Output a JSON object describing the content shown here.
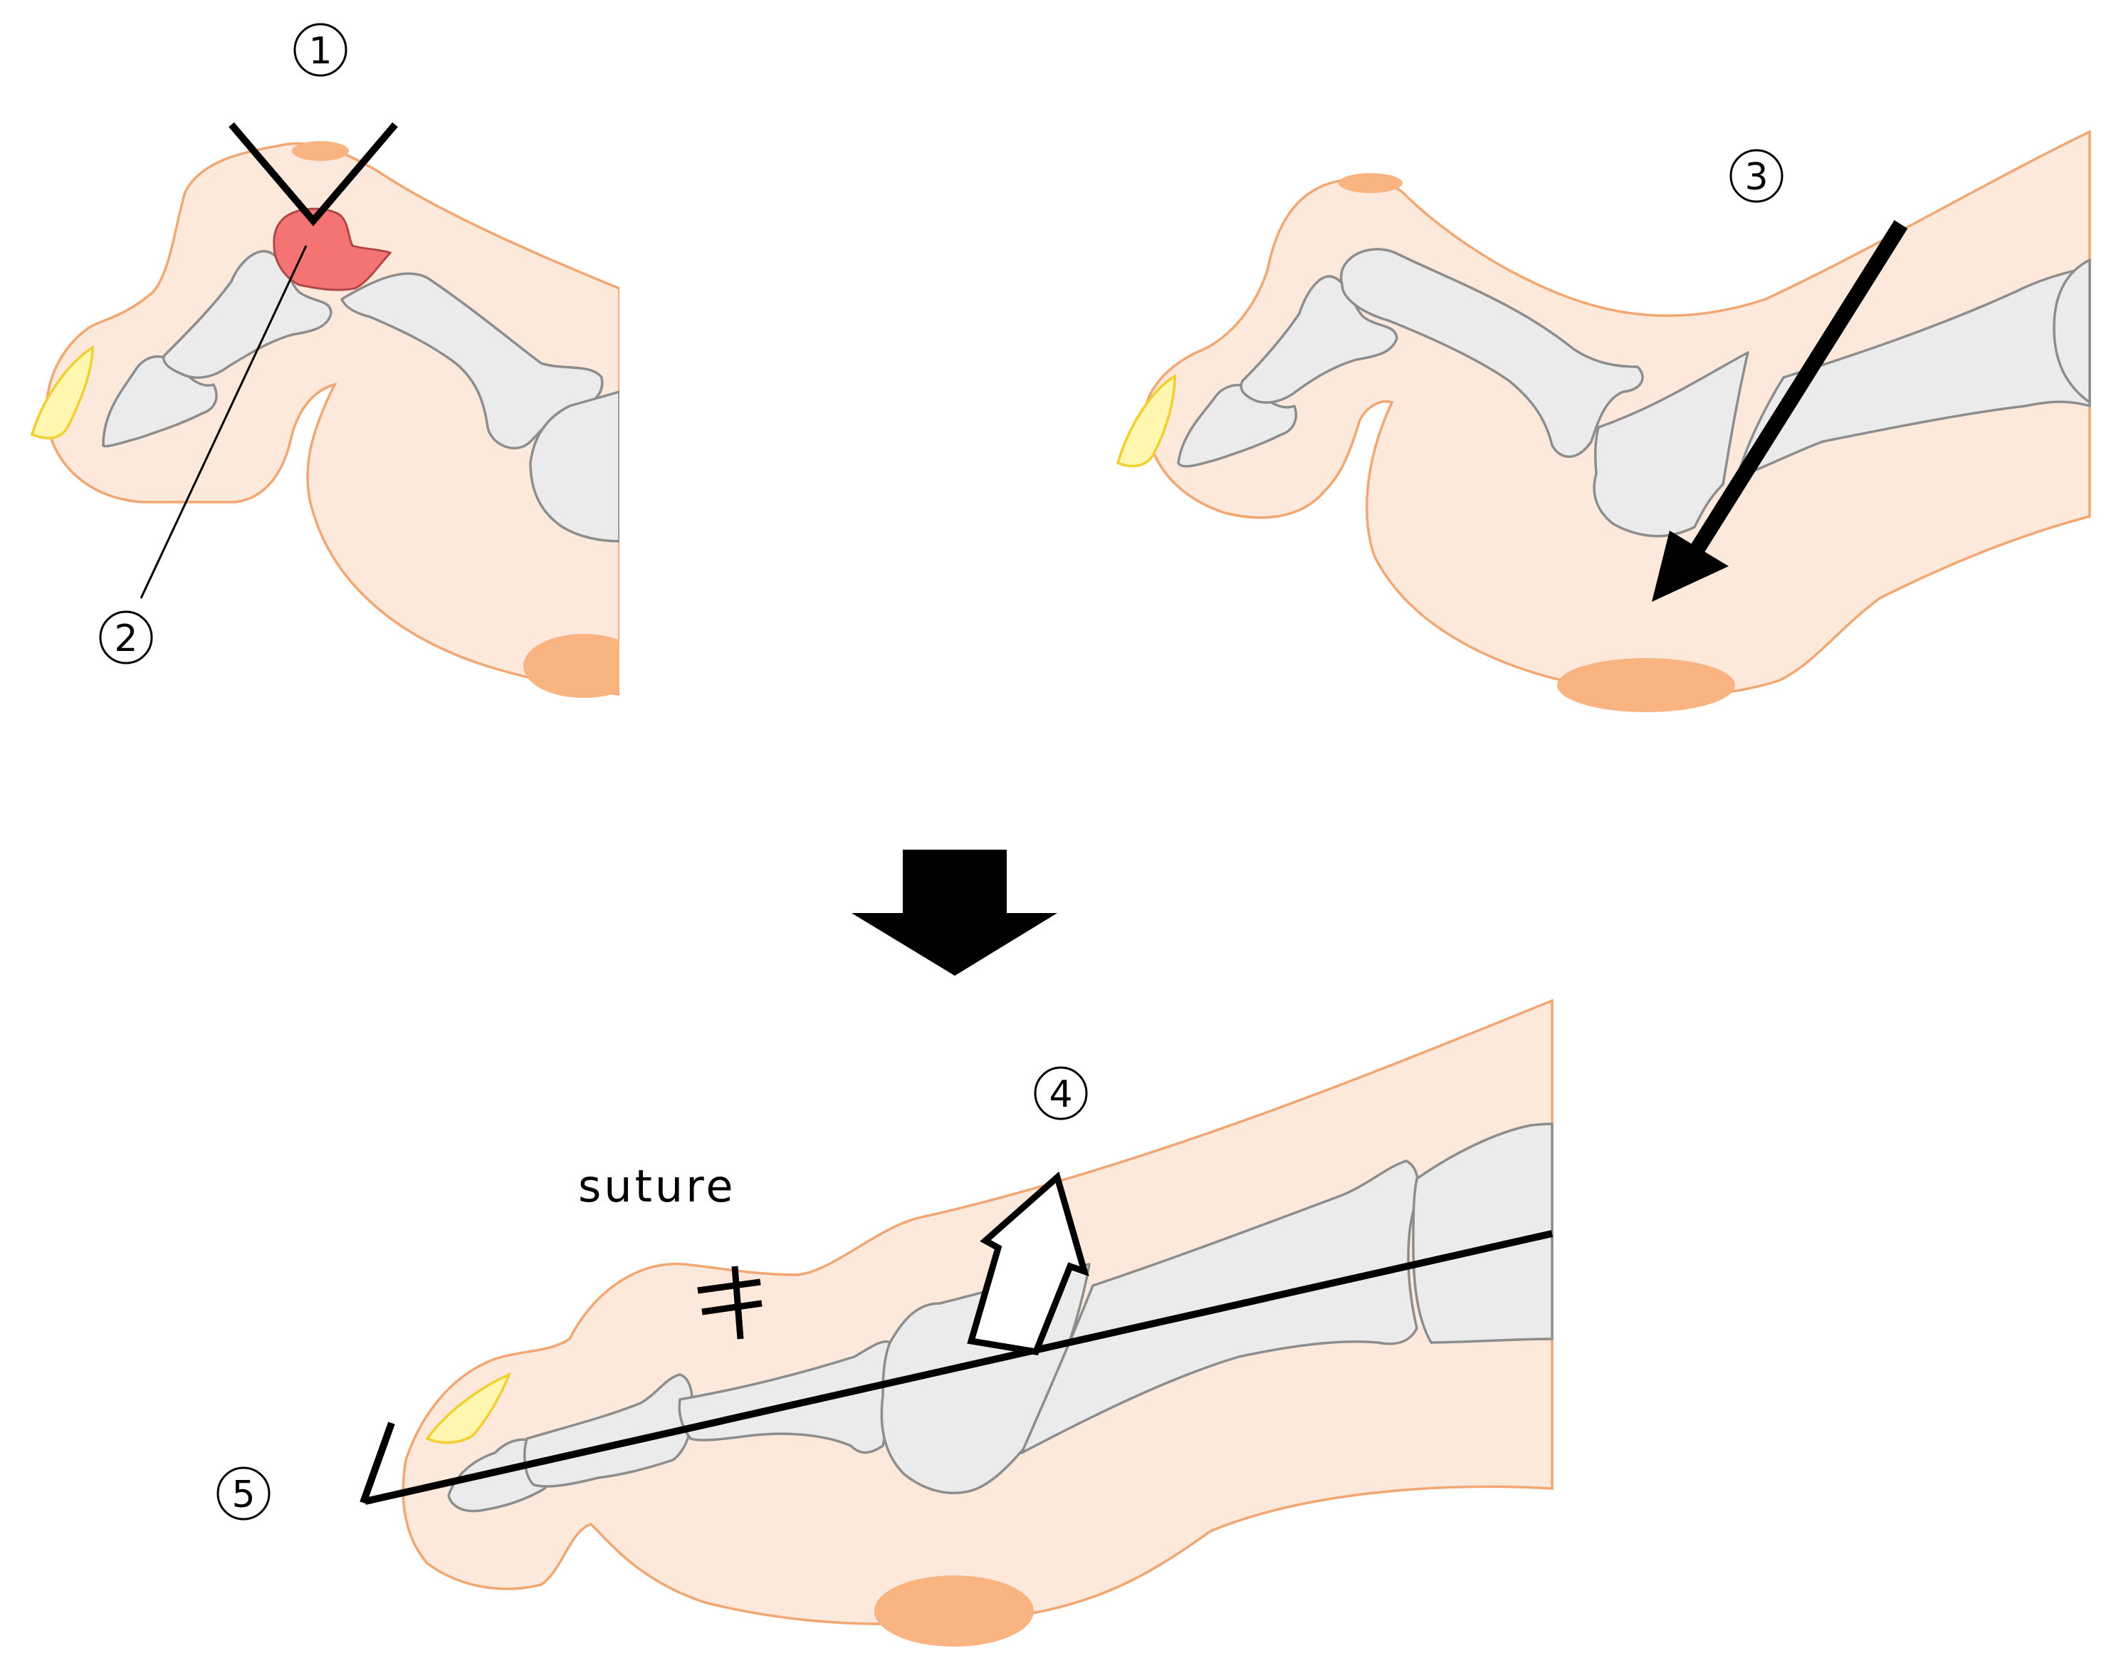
{
  "labels": {
    "step1": "1",
    "step2": "2",
    "step3": "3",
    "step4": "4",
    "step5": "5",
    "suture": "suture"
  },
  "icons": {
    "transition": "down-arrow-icon",
    "osteotomy_direction": "diagonal-arrow-icon",
    "elevation_direction": "hollow-up-arrow-icon"
  },
  "colors": {
    "skin": "#fde9dc",
    "skin_outline": "#f2a772",
    "bone": "#ebebeb",
    "bone_outline": "#8d8d8d",
    "nail": "#fff6b0",
    "pad": "#f9b482",
    "lesion": "#f47474"
  }
}
